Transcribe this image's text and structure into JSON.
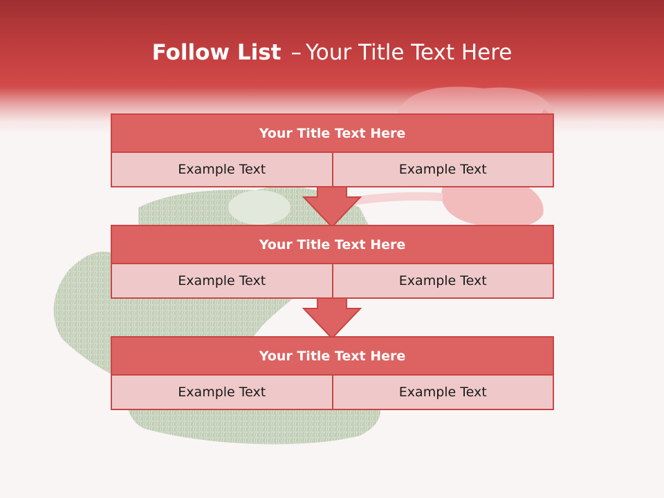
{
  "header": {
    "title_strong": "Follow List",
    "title_dash": "–",
    "title_light": "Your Title Text Here"
  },
  "blocks": [
    {
      "title": "Your Title Text Here",
      "left": "Example Text",
      "right": "Example Text"
    },
    {
      "title": "Your Title Text Here",
      "left": "Example Text",
      "right": "Example Text"
    },
    {
      "title": "Your Title Text Here",
      "left": "Example Text",
      "right": "Example Text"
    }
  ],
  "colors": {
    "header_red": "#cd4445",
    "block_title_bg": "#dc6361",
    "block_row_bg": "#efc9ca",
    "border": "#c84544"
  },
  "decor": {
    "background_art": "grass-patch-and-watering-can",
    "connector": "down-arrow-icon"
  }
}
